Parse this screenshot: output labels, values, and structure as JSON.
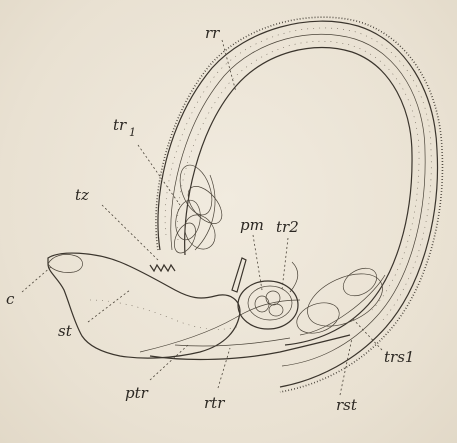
{
  "labels": {
    "rr": "rr",
    "tr1_main": "tr",
    "tr1_sub": "1",
    "tz": "tz",
    "pm": "pm",
    "tr2": "tr2",
    "c": "c",
    "st": "st",
    "trs1": "trs1",
    "rst": "rst",
    "ptr": "ptr",
    "rtr": "rtr"
  },
  "colors": {
    "paper": "#ede6d8",
    "ink": "#3a342c"
  }
}
